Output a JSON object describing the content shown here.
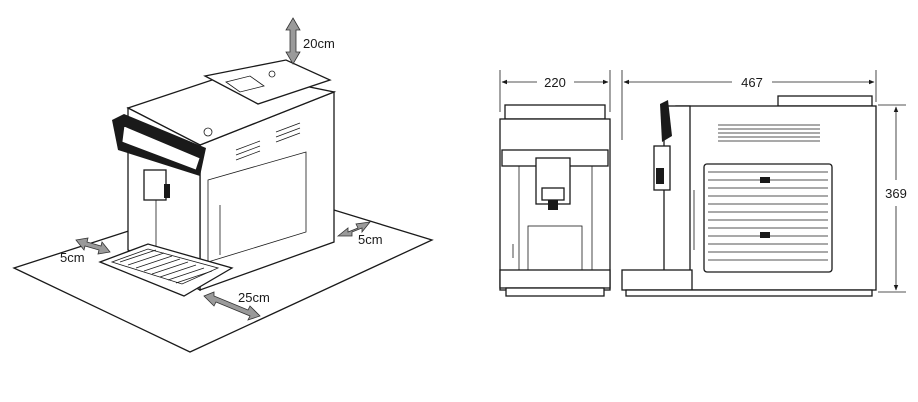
{
  "clearance_labels": {
    "top": "20cm",
    "left": "5cm",
    "right": "5cm",
    "front": "25cm"
  },
  "dimension_labels": {
    "width": "220",
    "depth": "467",
    "height": "369"
  },
  "colors": {
    "line": "#1a1a1a",
    "arrow_fill": "#9a9a9a",
    "background": "#ffffff"
  }
}
